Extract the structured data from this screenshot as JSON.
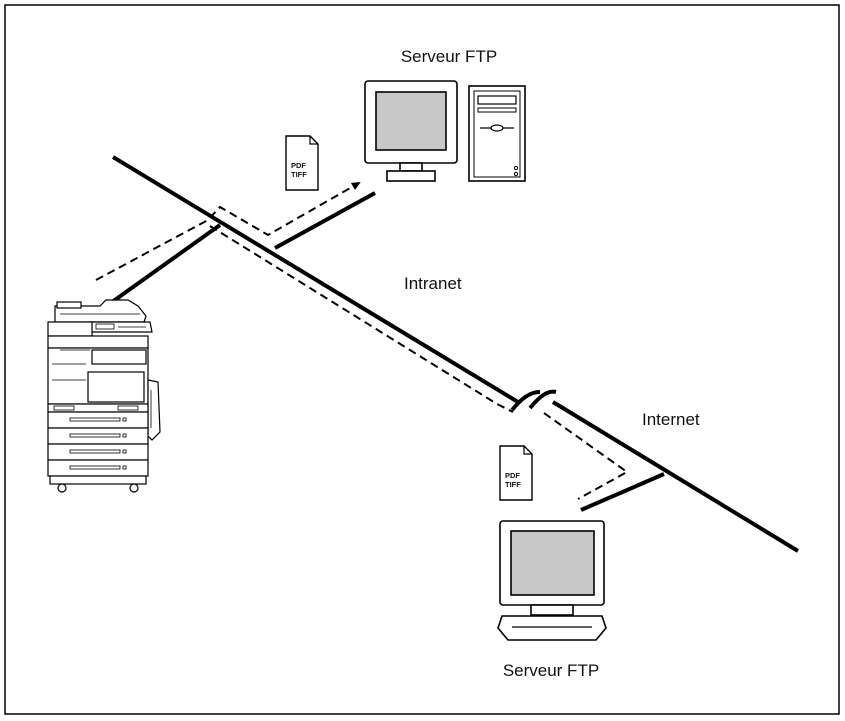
{
  "labels": {
    "ftp_server_top": "Serveur FTP",
    "ftp_server_bottom": "Serveur FTP",
    "intranet": "Intranet",
    "internet": "Internet"
  },
  "documents": {
    "top": {
      "line1": "PDF",
      "line2": "TIFF"
    },
    "bottom": {
      "line1": "PDF",
      "line2": "TIFF"
    }
  },
  "colors": {
    "stroke": "#000000",
    "screen_fill": "#c8c8c8",
    "background": "#ffffff"
  }
}
